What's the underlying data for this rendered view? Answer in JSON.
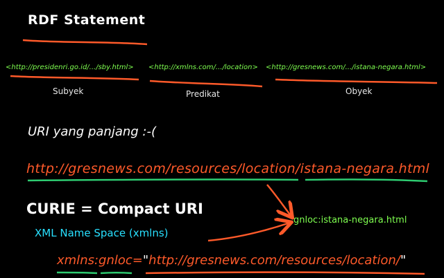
{
  "title": "RDF Statement",
  "statement": {
    "subject_uri": "<http://presidenri.go.id/.../sby.html>",
    "predicate_uri": "<http://xmlns.com/.../location>",
    "object_uri": "<http://gresnews.com/.../istana-negara.html>",
    "subject_label": "Subyek",
    "predicate_label": "Predikat",
    "object_label": "Obyek"
  },
  "long_uri_heading": "URI yang panjang :-(",
  "long_uri": "http://gresnews.com/resources/location/istana-negara.html",
  "curie_heading": "CURIE = Compact URI",
  "xmlns_label": "XML Name Space (xmlns)",
  "compact_uri": "gnloc:istana-negara.html",
  "declaration": {
    "prefix_part": "xmlns:gnloc=",
    "quote": "\"",
    "uri": "http://gresnews.com/resources/location/"
  },
  "colors": {
    "background": "#000000",
    "uri_green": "#7fff50",
    "accent_orange": "#ff5a2a",
    "cyan": "#28e0ff",
    "underline_green": "#2ecc71"
  }
}
